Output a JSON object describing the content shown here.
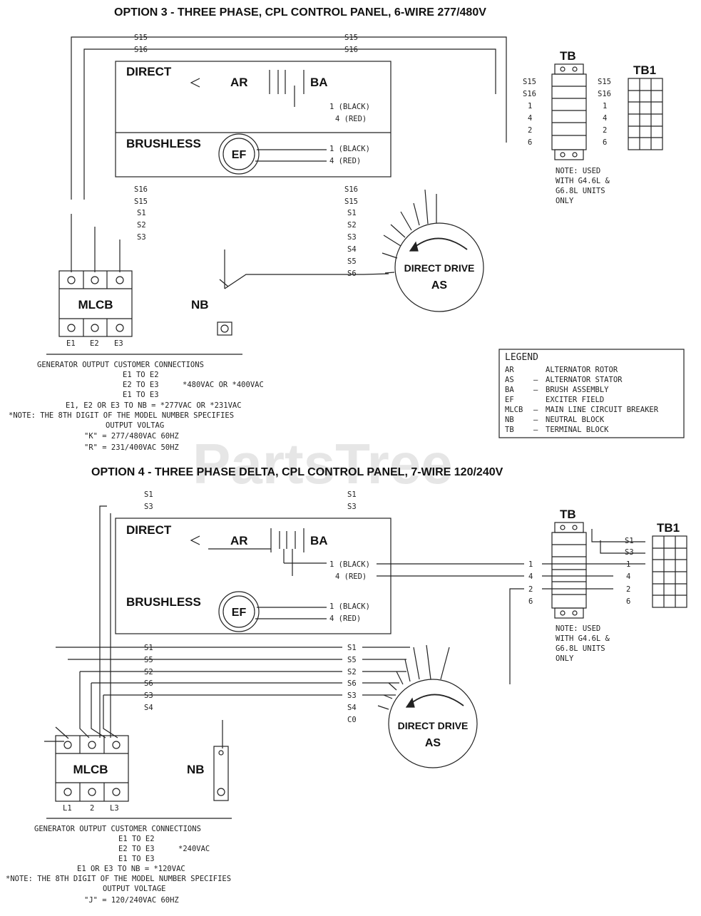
{
  "watermark": "PartsTree",
  "option3": {
    "title": "OPTION 3 - THREE PHASE, CPL CONTROL PANEL, 6-WIRE 277/480V",
    "top_wires_left": [
      "S15",
      "S16"
    ],
    "top_wires_right": [
      "S15",
      "S16"
    ],
    "direct_label": "DIRECT",
    "ar_label": "AR",
    "ba_label": "BA",
    "brushless_label": "BRUSHLESS",
    "ef_label": "EF",
    "rotor_leads": [
      "1 (BLACK)",
      "4 (RED)"
    ],
    "exciter_leads": [
      "1 (BLACK)",
      "4 (RED)"
    ],
    "left_stator_leads": [
      "S16",
      "S15",
      "S1",
      "S2",
      "S3"
    ],
    "right_stator_leads": [
      "S16",
      "S15",
      "S1",
      "S2",
      "S3",
      "S4",
      "S5",
      "S6"
    ],
    "stator_label_1": "DIRECT DRIVE",
    "stator_label_2": "AS",
    "mlcb_label": "MLCB",
    "nb_label": "NB",
    "mlcb_terminals": [
      "E1",
      "E2",
      "E3"
    ],
    "tb_label": "TB",
    "tb1_label": "TB1",
    "tb_left_labels": [
      "S15",
      "S16",
      "1",
      "4",
      "2",
      "6"
    ],
    "tb_right_labels": [
      "S15",
      "S16",
      "1",
      "4",
      "2",
      "6"
    ],
    "tb_note": [
      "NOTE: USED",
      "WITH G4.6L &",
      "G6.8L UNITS",
      "ONLY"
    ],
    "connections": [
      "GENERATOR OUTPUT CUSTOMER CONNECTIONS",
      "E1 TO E2",
      "E2 TO E3",
      "E1 TO E3",
      "*480VAC OR *400VAC",
      "E1, E2 OR E3 TO NB = *277VAC OR *231VAC",
      "*NOTE: THE 8TH DIGIT OF THE MODEL NUMBER SPECIFIES",
      "OUTPUT VOLTAG",
      "\"K\" = 277/480VAC 60HZ",
      "\"R\" = 231/400VAC 50HZ"
    ]
  },
  "legend": {
    "title": "LEGEND",
    "rows": [
      [
        "AR",
        "",
        "ALTERNATOR ROTOR"
      ],
      [
        "AS",
        "—",
        "ALTERNATOR STATOR"
      ],
      [
        "BA",
        "—",
        "BRUSH ASSEMBLY"
      ],
      [
        "EF",
        "",
        "EXCITER FIELD"
      ],
      [
        "MLCB",
        "—",
        "MAIN LINE CIRCUIT BREAKER"
      ],
      [
        "NB",
        "—",
        "NEUTRAL BLOCK"
      ],
      [
        "TB",
        "—",
        "TERMINAL BLOCK"
      ]
    ]
  },
  "option4": {
    "title": "OPTION 4 - THREE PHASE DELTA, CPL CONTROL PANEL, 7-WIRE 120/240V",
    "top_wires_left": [
      "S1",
      "S3"
    ],
    "top_wires_right": [
      "S1",
      "S3"
    ],
    "direct_label": "DIRECT",
    "ar_label": "AR",
    "ba_label": "BA",
    "brushless_label": "BRUSHLESS",
    "ef_label": "EF",
    "rotor_leads": [
      "1 (BLACK)",
      "4 (RED)"
    ],
    "exciter_leads": [
      "1 (BLACK)",
      "4 (RED)"
    ],
    "left_stator_leads": [
      "S1",
      "S5",
      "S2",
      "S6",
      "S3",
      "S4"
    ],
    "right_stator_leads": [
      "S1",
      "S5",
      "S2",
      "S6",
      "S3",
      "S4",
      "C0"
    ],
    "stator_label_1": "DIRECT DRIVE",
    "stator_label_2": "AS",
    "mlcb_label": "MLCB",
    "nb_label": "NB",
    "mlcb_terminals": [
      "L1",
      "2",
      "L3"
    ],
    "tb_label": "TB",
    "tb1_label": "TB1",
    "tb_mid_labels": [
      "1",
      "4",
      "2",
      "6"
    ],
    "tb_right_labels": [
      "1",
      "4",
      "2",
      "6"
    ],
    "tb1_inputs": [
      "S1",
      "S3"
    ],
    "tb_note": [
      "NOTE: USED",
      "WITH G4.6L &",
      "G6.8L UNITS",
      "ONLY"
    ],
    "connections": [
      "GENERATOR OUTPUT CUSTOMER CONNECTIONS",
      "E1 TO E2",
      "E2 TO E3",
      "E1 TO E3",
      "*240VAC",
      "E1 OR E3 TO NB = *120VAC",
      "*NOTE: THE 8TH DIGIT OF THE MODEL NUMBER SPECIFIES",
      "OUTPUT VOLTAGE",
      "\"J\" = 120/240VAC 60HZ"
    ]
  }
}
